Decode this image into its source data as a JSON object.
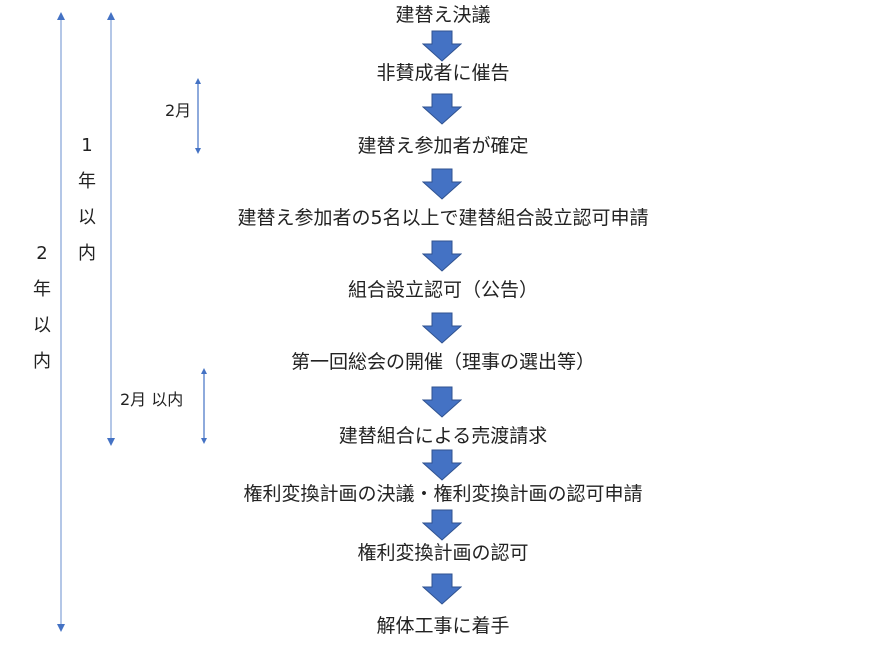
{
  "steps": [
    {
      "label": "建替え決議"
    },
    {
      "label": "非賛成者に催告"
    },
    {
      "label": "建替え参加者が確定"
    },
    {
      "label": "建替え参加者の5名以上で建替組合設立認可申請"
    },
    {
      "label": "組合設立認可（公告）"
    },
    {
      "label": "第一回総会の開催（理事の選出等）"
    },
    {
      "label": "建替組合による売渡請求"
    },
    {
      "label": "権利変換計画の決議・権利変換計画の認可申請"
    },
    {
      "label": "権利変換計画の認可"
    },
    {
      "label": "解体工事に着手"
    }
  ],
  "durations": {
    "two_years": {
      "chars": [
        "2",
        "年",
        "以",
        "内"
      ]
    },
    "one_year": {
      "chars": [
        "1",
        "年",
        "以",
        "内"
      ]
    },
    "two_months": {
      "label": "2月"
    },
    "within_two_months": {
      "label": "2月 以内"
    }
  },
  "colors": {
    "flow_arrow": "#4472C4",
    "flow_arrow_stroke": "#2F528F",
    "bracket_line": "#8FAADC",
    "bracket_head": "#4472C4"
  }
}
